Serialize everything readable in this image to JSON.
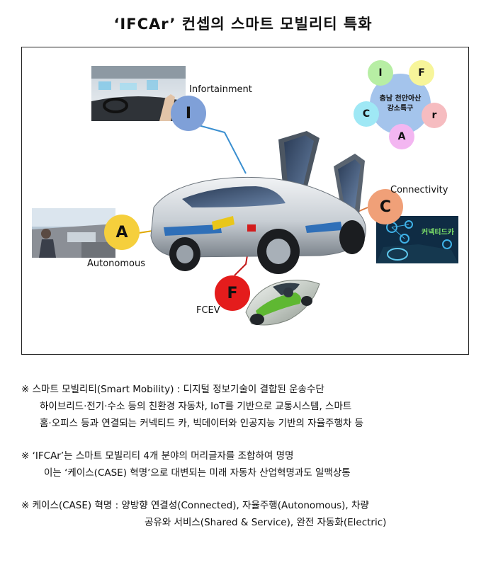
{
  "title": "‘IFCAr’ 컨셉의 스마트 모빌리티 특화",
  "diagram": {
    "nodes": {
      "infortainment": {
        "letter": "I",
        "label": "Infortainment",
        "color": "#7fa0d8"
      },
      "connectivity": {
        "letter": "C",
        "label": "Connectivity",
        "color": "#f0a078"
      },
      "autonomous": {
        "letter": "A",
        "label": "Autonomous",
        "color": "#f5cf3c"
      },
      "fcev": {
        "letter": "F",
        "label": "FCEV",
        "color": "#e41c1c"
      }
    },
    "hub": {
      "line1": "충남 천안아산",
      "line2": "강소특구",
      "satellites": [
        {
          "letter": "I",
          "color": "#b7eea4"
        },
        {
          "letter": "F",
          "color": "#f7f59a"
        },
        {
          "letter": "r",
          "color": "#f6bcc0"
        },
        {
          "letter": "A",
          "color": "#f3b6f1"
        },
        {
          "letter": "C",
          "color": "#9fe8f5"
        }
      ]
    },
    "connectivity_photo_text": "커넥티드카"
  },
  "notes": [
    {
      "mark": "※",
      "lines": [
        "스마트 모빌리티(Smart Mobility) : 디지털 정보기술이 결합된 운송수단",
        "하이브리드·전기·수소 등의 친환경 자동차, IoT를 기반으로 교통시스템, 스마트",
        "홈·오피스 등과 연결되는 커넥티드 카, 빅데이터와 인공지능 기반의 자율주행차 등"
      ]
    },
    {
      "mark": "※",
      "lines": [
        "‘IFCAr’는 스마트 모빌리티 4개 분야의 머리글자를 조합하여 명명",
        "이는 ‘케이스(CASE) 혁명’으로 대변되는 미래 자동차 산업혁명과도 일맥상통"
      ]
    },
    {
      "mark": "※",
      "lines": [
        "케이스(CASE) 혁명 : 양방향 연결성(Connected), 자율주행(Autonomous), 차량",
        "공유와 서비스(Shared & Service), 완전 자동화(Electric)"
      ]
    }
  ]
}
